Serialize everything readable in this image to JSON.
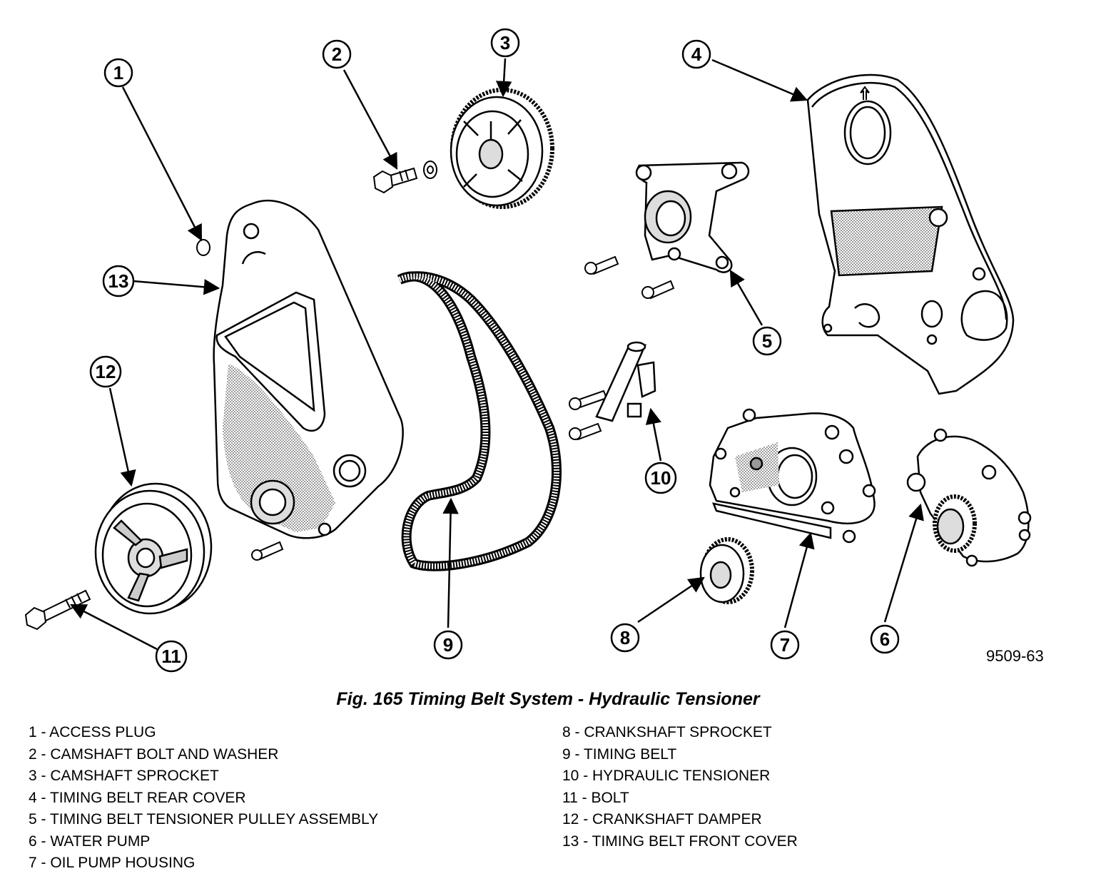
{
  "figure": {
    "code": "9509-63",
    "caption": "Fig. 165 Timing Belt System - Hydraulic Tensioner"
  },
  "callouts": [
    "1",
    "2",
    "3",
    "4",
    "5",
    "6",
    "7",
    "8",
    "9",
    "10",
    "11",
    "12",
    "13"
  ],
  "legend": {
    "left": [
      "1 - ACCESS PLUG",
      "2 - CAMSHAFT BOLT AND WASHER",
      "3 - CAMSHAFT SPROCKET",
      "4 - TIMING BELT REAR COVER",
      "5 - TIMING BELT TENSIONER PULLEY ASSEMBLY",
      "6 - WATER PUMP",
      "7 - OIL PUMP HOUSING"
    ],
    "right": [
      "8 - CRANKSHAFT SPROCKET",
      "9 - TIMING BELT",
      "10 - HYDRAULIC TENSIONER",
      "11 - BOLT",
      "12 - CRANKSHAFT DAMPER",
      "13 - TIMING BELT FRONT COVER"
    ]
  },
  "colors": {
    "ink": "#000000",
    "shade": "#c8c8c8",
    "paper": "#ffffff"
  }
}
